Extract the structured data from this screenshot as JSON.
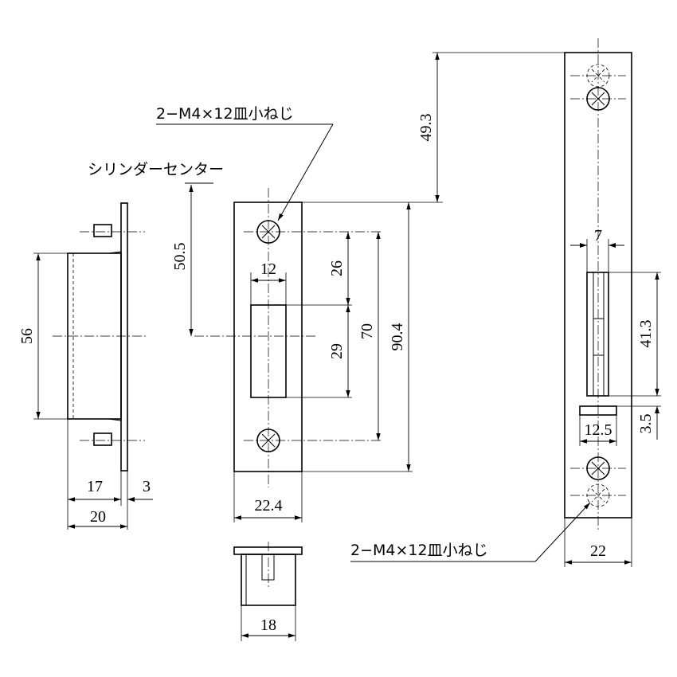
{
  "labels": {
    "screw_top": "2−M4×12皿小ねじ",
    "screw_bottom": "2−M4×12皿小ねじ",
    "cylinder_center": "シリンダーセンター"
  },
  "dimensions": {
    "side_height": "56",
    "side_depth": "17",
    "side_flange": "3",
    "side_total": "20",
    "cylinder_offset": "50.5",
    "opening_width": "12",
    "upper_to_center": "26",
    "center_to_bottom": "29",
    "hole_pitch": "70",
    "plate_height": "90.4",
    "plate_width": "22.4",
    "box_width": "18",
    "top_offset": "49.3",
    "bolt_width": "7",
    "bolt_height": "41.3",
    "gap": "3.5",
    "latch_width": "12.5",
    "faceplate_width": "22"
  }
}
